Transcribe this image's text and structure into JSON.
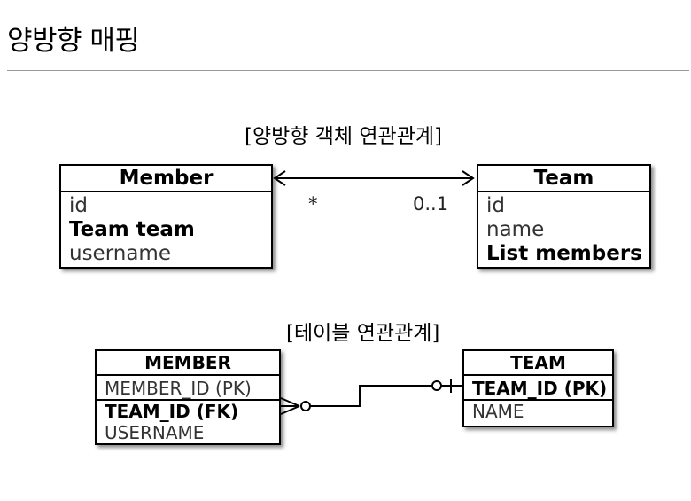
{
  "title": "양방향 매핑",
  "object_section": {
    "caption": "[양방향 객체 연관관계]",
    "member": {
      "name": "Member",
      "fields": [
        "id",
        "Team team",
        "username"
      ]
    },
    "team": {
      "name": "Team",
      "fields": [
        "id",
        "name",
        "List members"
      ]
    },
    "multiplicity_left": "*",
    "multiplicity_right": "0..1"
  },
  "table_section": {
    "caption": "[테이블 연관관계]",
    "member": {
      "name": "MEMBER",
      "columns": [
        "MEMBER_ID (PK)",
        "TEAM_ID (FK)",
        "USERNAME"
      ]
    },
    "team": {
      "name": "TEAM",
      "columns": [
        "TEAM_ID (PK)",
        "NAME"
      ]
    }
  }
}
